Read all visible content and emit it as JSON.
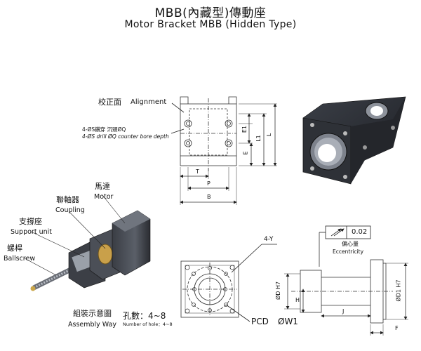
{
  "title": {
    "zh": "MBB(內藏型)傳動座",
    "en": "Motor Bracket MBB (Hidden Type)"
  },
  "front_view": {
    "alignment_zh": "校正面",
    "alignment_en": "Alignment",
    "drill_zh": "4-ØS鑽穿  沉頭ØQ",
    "drill_en": "4-ØS drill ØQ counter bore depth",
    "dims": {
      "T": "T",
      "P": "P",
      "B": "B",
      "E1": "E1",
      "E": "E",
      "L1": "L1",
      "L": "L"
    }
  },
  "assembly": {
    "motor_zh": "馬達",
    "motor_en": "Motor",
    "coupling_zh": "聯軸器",
    "coupling_en": "Coupling",
    "support_zh": "支撐座",
    "support_en": "Support unit",
    "ballscrew_zh": "螺桿",
    "ballscrew_en": "Ballscrew",
    "assembly_zh": "組裝示意圖",
    "assembly_en": "Assembly Way"
  },
  "holes": {
    "label_zh": "孔數：4~8",
    "label_en": "Number of hole：4~8",
    "four_y": "4-Y",
    "pcd": "PCD",
    "w1": "ØW1"
  },
  "side_view": {
    "tolerance": "0.02",
    "eccentricity_zh": "偏心量",
    "eccentricity_en": "Eccentricity",
    "dims": {
      "D": "ØD  H7",
      "H": "H",
      "J": "J",
      "D1": "ØD1  H7",
      "F": "F"
    }
  }
}
